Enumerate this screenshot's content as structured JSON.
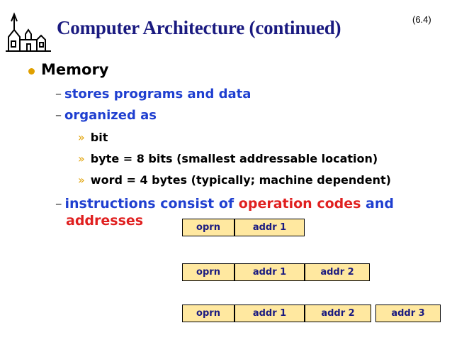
{
  "header": {
    "title": "Computer Architecture (continued)",
    "slide_number": "(6.4)"
  },
  "main": {
    "heading": "Memory",
    "points": [
      "stores programs and data",
      "organized as"
    ],
    "sub_points": [
      "bit",
      "byte = 8 bits (smallest addressable location)",
      "word = 4 bytes (typically; machine dependent)"
    ],
    "instructions": {
      "text_before": "instructions consist of ",
      "highlight": "operation codes",
      "text_and": " and",
      "text_line2": "addresses"
    },
    "dash_symbol": "–",
    "sub_marker": "»"
  },
  "formats": [
    {
      "fields": [
        "oprn",
        "addr  1"
      ]
    },
    {
      "fields": [
        "oprn",
        "addr  1",
        "addr  2"
      ]
    },
    {
      "fields": [
        "oprn",
        "addr  1",
        "addr  2",
        "addr  3"
      ]
    }
  ],
  "colors": {
    "title": "#1a1a80",
    "body_blue": "#1f3fd0",
    "highlight_red": "#e02020",
    "bullet": "#e0a000",
    "box_fill": "#ffe8a0"
  }
}
